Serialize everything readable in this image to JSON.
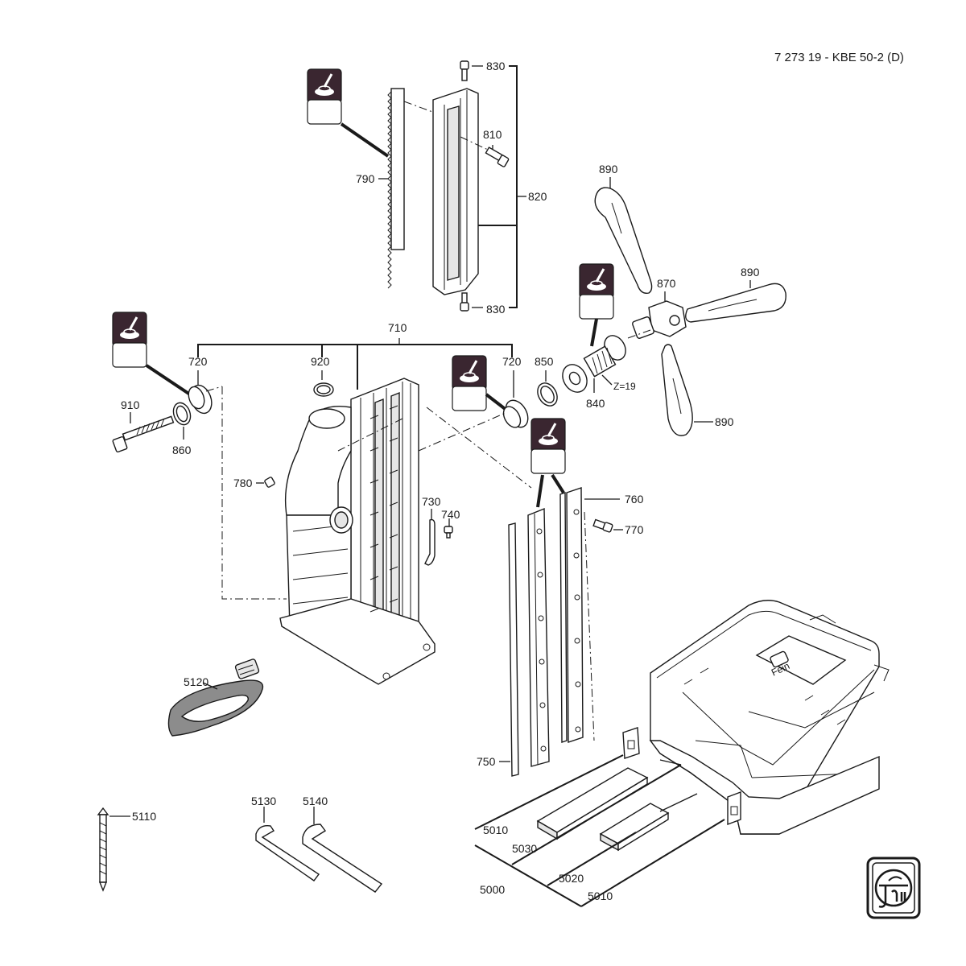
{
  "document": {
    "number": "7 273 19 - KBE 50-2 (D)",
    "brand": "Fein"
  },
  "colors": {
    "line": "#1a1a1a",
    "badge": "#3a2630",
    "strap": "#8c8c8c",
    "shade": "#e6e6e6"
  },
  "labels": {
    "p830a": "830",
    "p810": "810",
    "p790": "790",
    "p820": "820",
    "p830b": "830",
    "p890a": "890",
    "p890b": "890",
    "p870": "870",
    "p890c": "890",
    "p710": "710",
    "p720a": "720",
    "p920": "920",
    "p720b": "720",
    "p850": "850",
    "p840": "840",
    "z19": "Z=19",
    "p910": "910",
    "p860": "860",
    "p780": "780",
    "p730": "730",
    "p740": "740",
    "p760": "760",
    "p770": "770",
    "p750": "750",
    "p5120": "5120",
    "p5110": "5110",
    "p5130": "5130",
    "p5140": "5140",
    "p5010a": "5010",
    "p5030": "5030",
    "p5020": "5020",
    "p5000": "5000",
    "p5010b": "5010"
  },
  "icons": [
    "grease-badge-icon",
    "fein-logo-icon"
  ]
}
